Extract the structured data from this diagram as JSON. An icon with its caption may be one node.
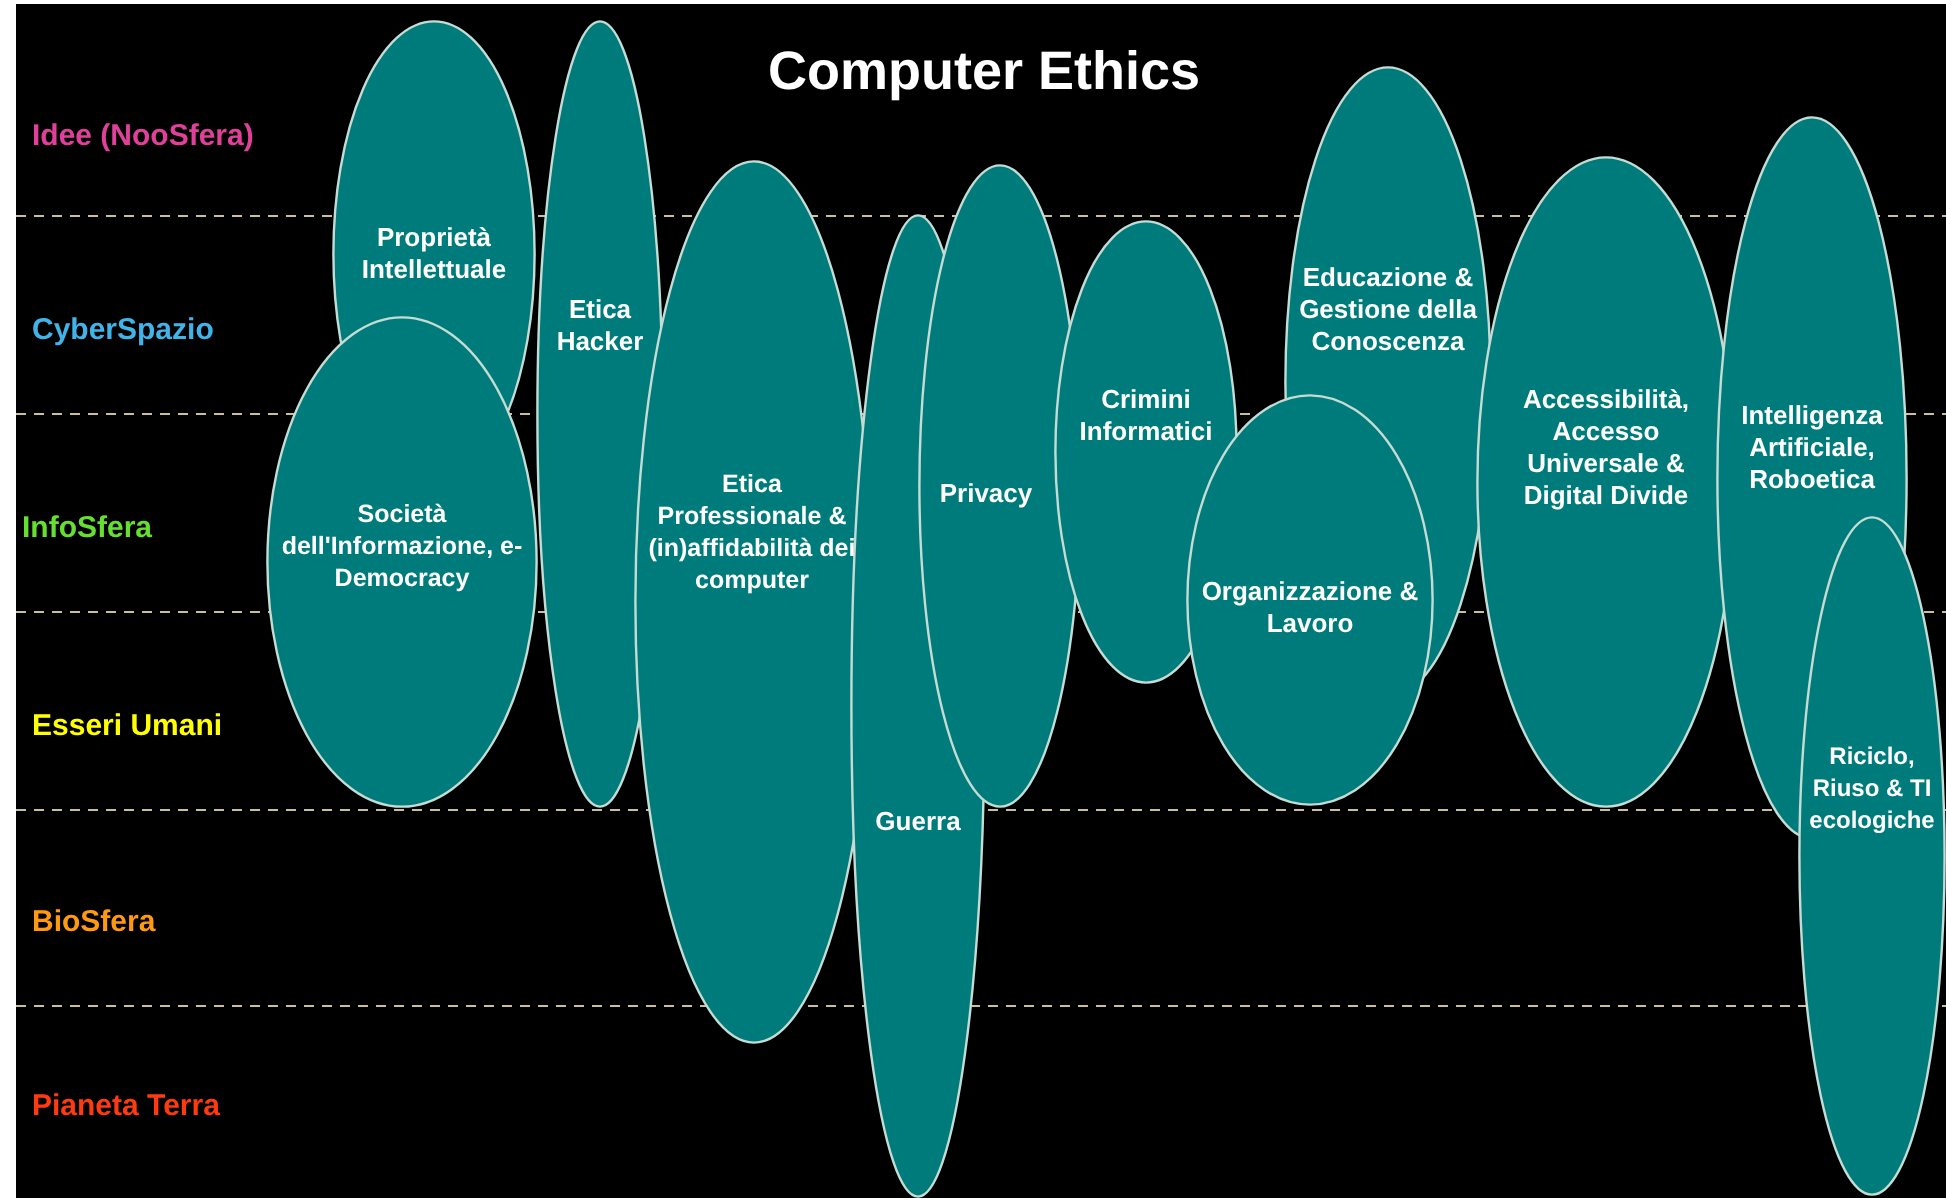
{
  "diagram": {
    "title": "Computer Ethics",
    "nodes": [
      {
        "text": [
          "Proprietà Intellettuale"
        ]
      },
      {
        "text": [
          "Società dell'Informazione, e-Democracy"
        ]
      },
      {
        "text": [
          "Etica Hacker"
        ]
      },
      {
        "text": [
          "Etica Professionale & (in)affidabilità dei computer"
        ]
      },
      {
        "text": [
          "Guerra"
        ]
      },
      {
        "text": [
          "Privacy"
        ]
      },
      {
        "text": [
          "Crimini Informatici"
        ]
      },
      {
        "text": [
          "Educazione & Gestione della Conoscenza"
        ]
      },
      {
        "text": [
          "Organizzazione & Lavoro"
        ]
      },
      {
        "text": [
          "Accessibilità, Accesso Universale & Digital Divide"
        ]
      },
      {
        "text": [
          "Intelligenza Artificiale, Roboetica"
        ]
      },
      {
        "text": [
          "Riciclo, Riuso & TI ecologiche"
        ]
      }
    ],
    "edges": [],
    "labels": [
      "Idee (NooSfera)",
      "CyberSpazio",
      "InfoSfera",
      "Esseri Umani",
      "BioSfera",
      "Pianeta Terra"
    ]
  }
}
